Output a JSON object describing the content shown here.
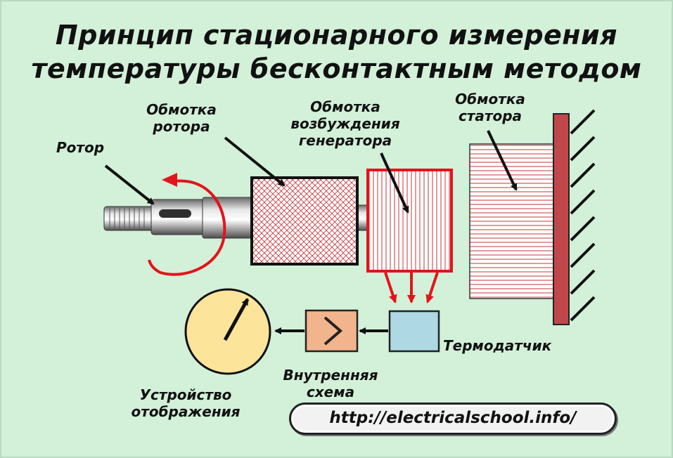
{
  "title": {
    "line1": "Принцип стационарного измерения",
    "line2": "температуры бесконтактным методом"
  },
  "labels": {
    "rotor": "Ротор",
    "rotor_winding": [
      "Обмотка",
      "ротора"
    ],
    "exciter_winding": [
      "Обмотка",
      "возбуждения",
      "генератора"
    ],
    "stator_winding": [
      "Обмотка",
      "статора"
    ],
    "thermosensor": "Термодатчик",
    "internal_circuit": [
      "Внутренняя",
      "схема"
    ],
    "display_device": [
      "Устройство",
      "отображения"
    ]
  },
  "url": "http://electricalschool.info/",
  "colors": {
    "background": "#d3f0d9",
    "accent_red": "#e3141b",
    "stator_bar": "#c0474a",
    "sensor_fill": "#aed8e3",
    "circuit_fill": "#f2b48c",
    "gauge_fill": "#fde49b",
    "hatch": "#c7363a"
  },
  "icons": {
    "rotation": "curved-arrow-icon",
    "gauge": "dial-gauge-icon",
    "amplifier": "chevron-right-icon"
  }
}
